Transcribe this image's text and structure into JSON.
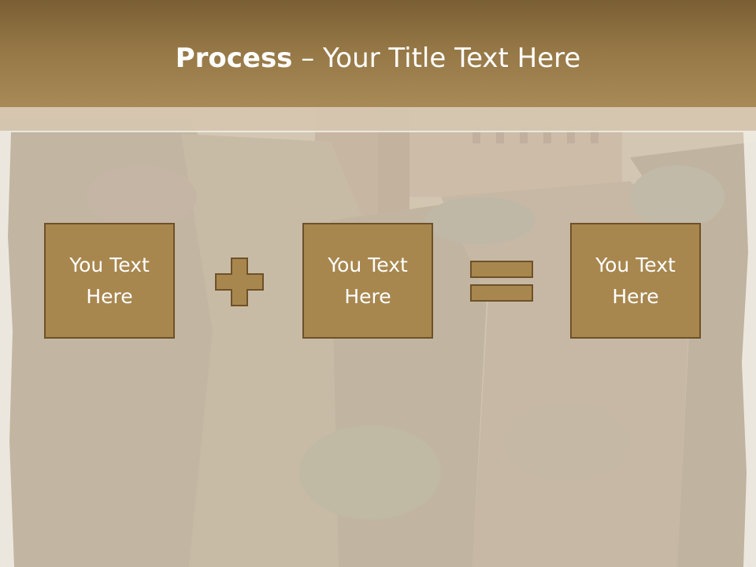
{
  "slide": {
    "title_bold": "Process",
    "title_rest": " – Your Title Text Here",
    "boxes": [
      {
        "text": "You Text Here"
      },
      {
        "text": "You Text Here"
      },
      {
        "text": "You Text Here"
      }
    ],
    "operators": [
      "plus",
      "equals"
    ]
  },
  "colors": {
    "title_bar": "#957746",
    "box_fill": "#a8874f",
    "box_border": "#6e5128",
    "text": "#ffffff"
  }
}
